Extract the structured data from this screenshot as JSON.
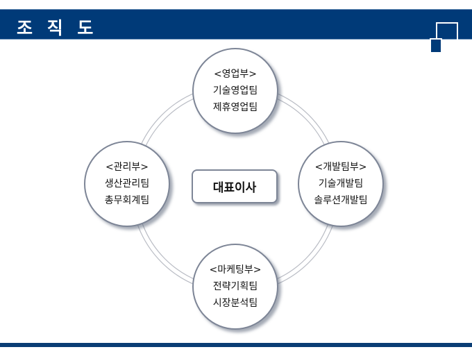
{
  "header": {
    "title": "조 직 도"
  },
  "colors": {
    "brand": "#003a78"
  },
  "ceo": "대표이사",
  "departments": [
    {
      "name": "<영업부>",
      "teams": [
        "기술영업팀",
        "제휴영업팀"
      ]
    },
    {
      "name": "<관리부>",
      "teams": [
        "생산관리팀",
        "총무회계팀"
      ]
    },
    {
      "name": "<개발팀부>",
      "teams": [
        "기술개발팀",
        "솔루션개발팀"
      ]
    },
    {
      "name": "<마케팅부>",
      "teams": [
        "전략기획팀",
        "시장분석팀"
      ]
    }
  ]
}
